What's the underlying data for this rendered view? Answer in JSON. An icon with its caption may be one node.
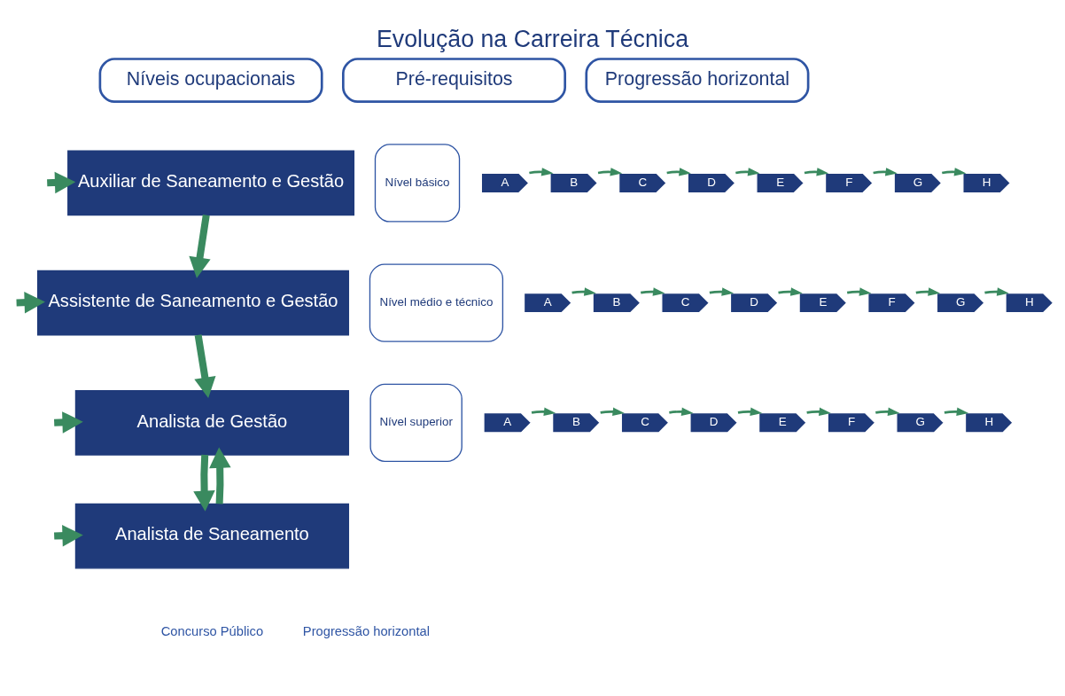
{
  "diagram": {
    "title": "Evolução na Carreira Técnica",
    "nodes": [
      {
        "text": [
          "Níveis ocupacionais"
        ]
      },
      {
        "text": [
          "Pré-requisitos"
        ]
      },
      {
        "text": [
          "Progressão horizontal"
        ]
      },
      {
        "text": [
          "Auxiliar de Saneamento e Gestão"
        ]
      },
      {
        "text": [
          "Nível básico"
        ]
      },
      {
        "text": [
          "A"
        ]
      },
      {
        "text": [
          "B"
        ]
      },
      {
        "text": [
          "C"
        ]
      },
      {
        "text": [
          "D"
        ]
      },
      {
        "text": [
          "E"
        ]
      },
      {
        "text": [
          "F"
        ]
      },
      {
        "text": [
          "G"
        ]
      },
      {
        "text": [
          "H"
        ]
      },
      {
        "text": [
          "Assistente de Saneamento e Gestão"
        ]
      },
      {
        "text": [
          "Nível médio e técnico"
        ]
      },
      {
        "text": [
          "A"
        ]
      },
      {
        "text": [
          "B"
        ]
      },
      {
        "text": [
          "C"
        ]
      },
      {
        "text": [
          "D"
        ]
      },
      {
        "text": [
          "E"
        ]
      },
      {
        "text": [
          "F"
        ]
      },
      {
        "text": [
          "G"
        ]
      },
      {
        "text": [
          "H"
        ]
      },
      {
        "text": [
          "Analista de Gestão"
        ]
      },
      {
        "text": [
          "Analista de Saneamento"
        ]
      },
      {
        "text": [
          "Nível superior"
        ]
      },
      {
        "text": [
          "A"
        ]
      },
      {
        "text": [
          "B"
        ]
      },
      {
        "text": [
          "C"
        ]
      },
      {
        "text": [
          "D"
        ]
      },
      {
        "text": [
          "E"
        ]
      },
      {
        "text": [
          "F"
        ]
      },
      {
        "text": [
          "G"
        ]
      },
      {
        "text": [
          "H"
        ]
      }
    ],
    "edges": [
      {
        "from": null,
        "to": 3,
        "arrow": "to",
        "style": "thick"
      },
      {
        "from": 3,
        "to": 13,
        "arrow": "to",
        "style": "thick"
      },
      {
        "from": null,
        "to": 13,
        "arrow": "to",
        "style": "thick"
      },
      {
        "from": 13,
        "to": 23,
        "arrow": "to",
        "style": "thick"
      },
      {
        "from": null,
        "to": 23,
        "arrow": "to",
        "style": "thick"
      },
      {
        "from": 23,
        "to": 24,
        "arrow": "to",
        "style": "thick"
      },
      {
        "from": 24,
        "to": 23,
        "arrow": "to",
        "style": "thick"
      },
      {
        "from": null,
        "to": 24,
        "arrow": "to",
        "style": "thick"
      },
      {
        "from": 5,
        "to": 6,
        "arrow": "to"
      },
      {
        "from": 6,
        "to": 7,
        "arrow": "to"
      },
      {
        "from": 7,
        "to": 8,
        "arrow": "to"
      },
      {
        "from": 8,
        "to": 9,
        "arrow": "to"
      },
      {
        "from": 9,
        "to": 10,
        "arrow": "to"
      },
      {
        "from": 10,
        "to": 11,
        "arrow": "to"
      },
      {
        "from": 11,
        "to": 12,
        "arrow": "to"
      },
      {
        "from": 15,
        "to": 16,
        "arrow": "to"
      },
      {
        "from": 16,
        "to": 17,
        "arrow": "to"
      },
      {
        "from": 17,
        "to": 18,
        "arrow": "to"
      },
      {
        "from": 18,
        "to": 19,
        "arrow": "to"
      },
      {
        "from": 19,
        "to": 20,
        "arrow": "to"
      },
      {
        "from": 20,
        "to": 21,
        "arrow": "to"
      },
      {
        "from": 21,
        "to": 22,
        "arrow": "to"
      },
      {
        "from": 26,
        "to": 27,
        "arrow": "to"
      },
      {
        "from": 27,
        "to": 28,
        "arrow": "to"
      },
      {
        "from": 28,
        "to": 29,
        "arrow": "to"
      },
      {
        "from": 29,
        "to": 30,
        "arrow": "to"
      },
      {
        "from": 30,
        "to": 31,
        "arrow": "to"
      },
      {
        "from": 31,
        "to": 32,
        "arrow": "to"
      },
      {
        "from": 32,
        "to": 33,
        "arrow": "to"
      }
    ],
    "legend": [
      {
        "text": "Concurso Público"
      },
      {
        "text": "Progressão horizontal"
      }
    ]
  }
}
